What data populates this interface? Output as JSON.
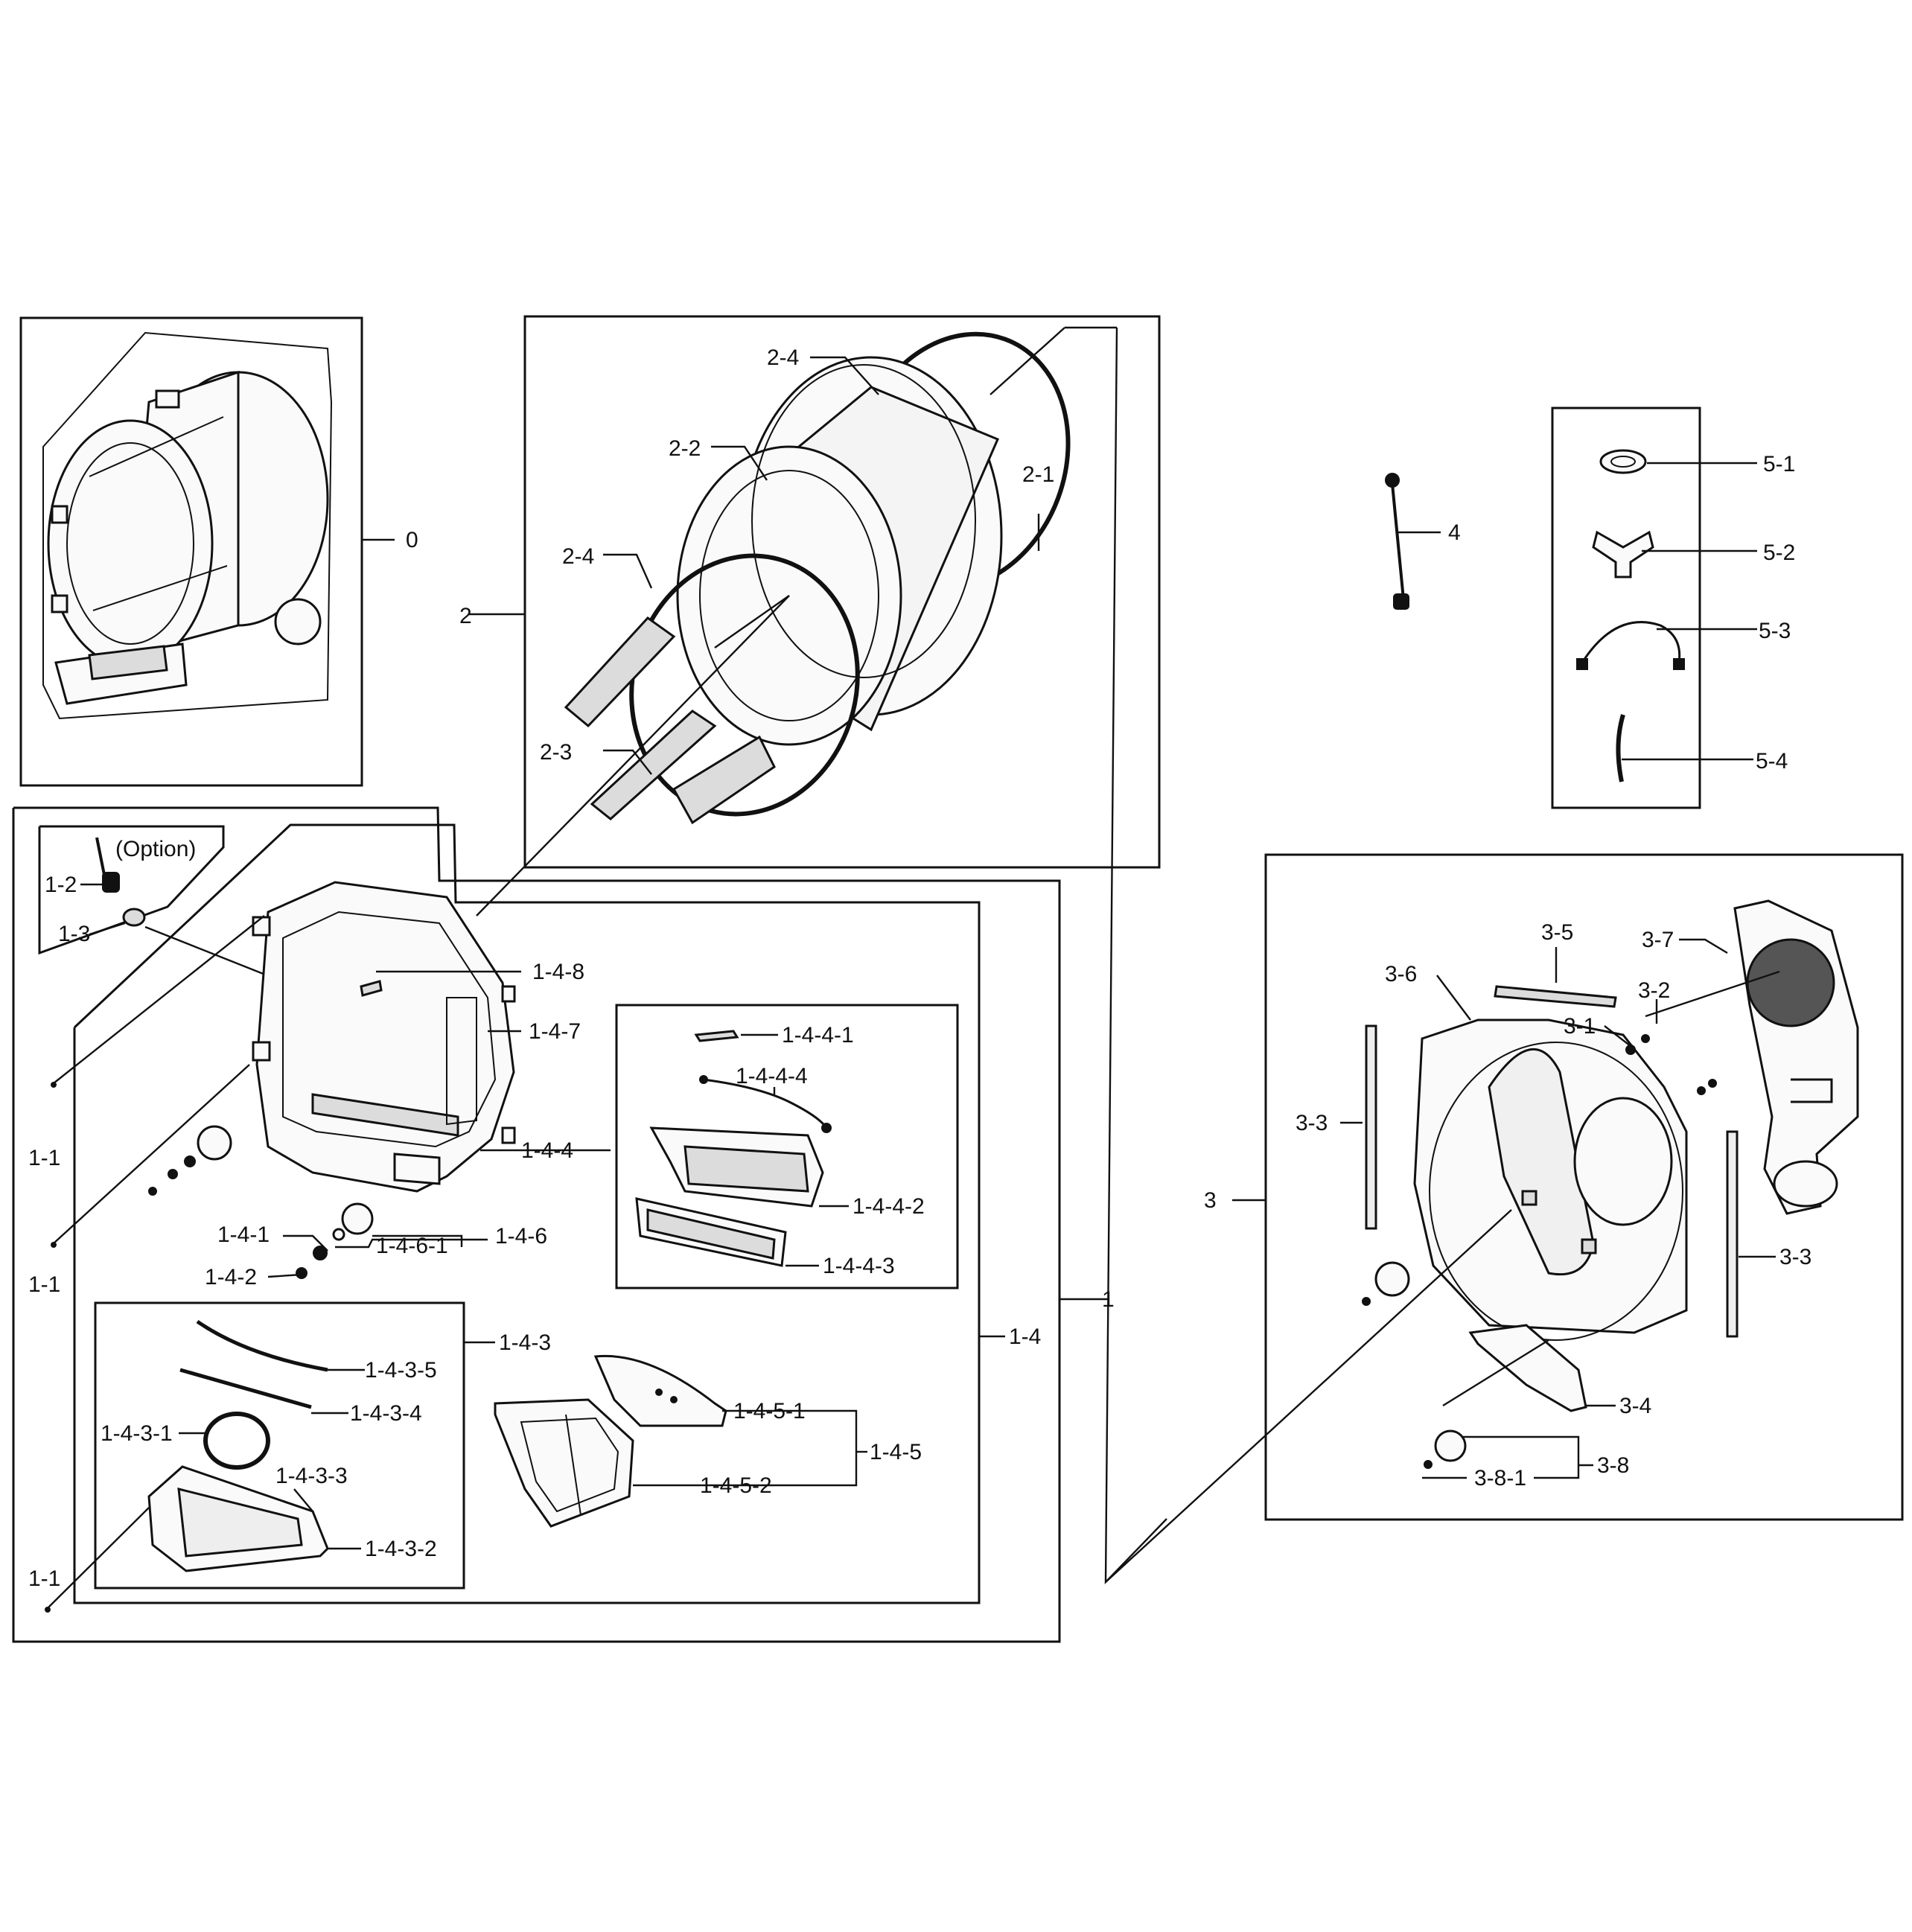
{
  "labels": {
    "l0": "0",
    "l1": "1",
    "l1_1": "1-1",
    "l1_2": "1-2",
    "l1_3": "1-3",
    "option": "(Option)",
    "l1_4": "1-4",
    "l1_4_1": "1-4-1",
    "l1_4_2": "1-4-2",
    "l1_4_3": "1-4-3",
    "l1_4_3_1": "1-4-3-1",
    "l1_4_3_2": "1-4-3-2",
    "l1_4_3_3": "1-4-3-3",
    "l1_4_3_4": "1-4-3-4",
    "l1_4_3_5": "1-4-3-5",
    "l1_4_4": "1-4-4",
    "l1_4_4_1": "1-4-4-1",
    "l1_4_4_2": "1-4-4-2",
    "l1_4_4_3": "1-4-4-3",
    "l1_4_4_4": "1-4-4-4",
    "l1_4_5": "1-4-5",
    "l1_4_5_1": "1-4-5-1",
    "l1_4_5_2": "1-4-5-2",
    "l1_4_6": "1-4-6",
    "l1_4_6_1": "1-4-6-1",
    "l1_4_7": "1-4-7",
    "l1_4_8": "1-4-8",
    "l2": "2",
    "l2_1": "2-1",
    "l2_2": "2-2",
    "l2_3": "2-3",
    "l2_4": "2-4",
    "l3": "3",
    "l3_1": "3-1",
    "l3_2": "3-2",
    "l3_3": "3-3",
    "l3_4": "3-4",
    "l3_5": "3-5",
    "l3_6": "3-6",
    "l3_7": "3-7",
    "l3_8": "3-8",
    "l3_8_1": "3-8-1",
    "l4": "4",
    "l5_1": "5-1",
    "l5_2": "5-2",
    "l5_3": "5-3",
    "l5_4": "5-4"
  }
}
